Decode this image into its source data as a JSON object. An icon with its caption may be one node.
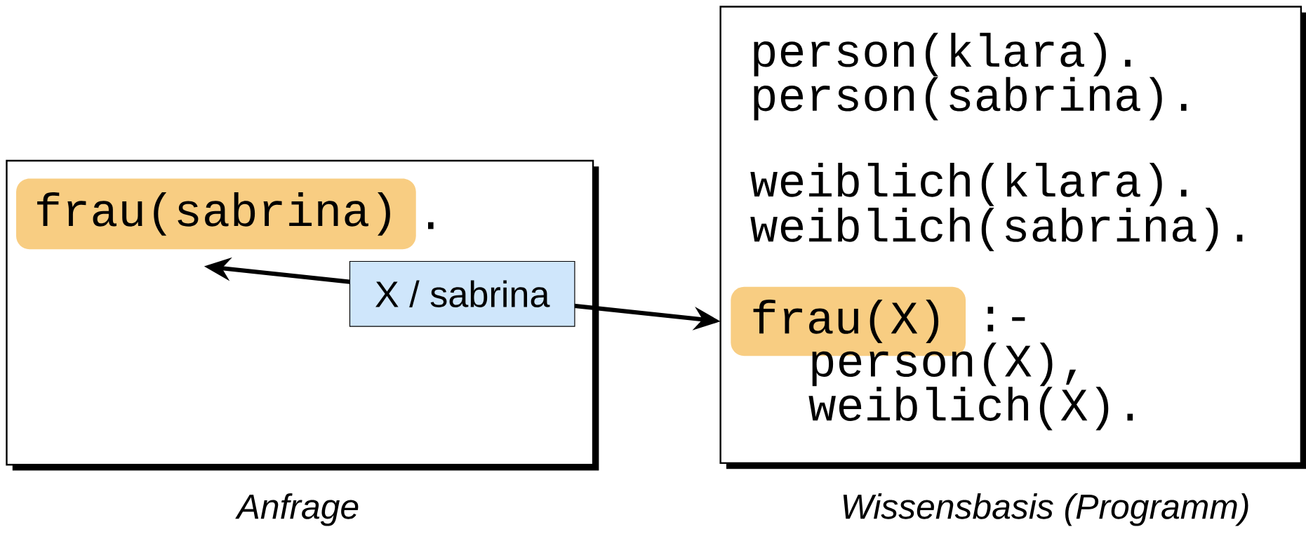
{
  "diagram": {
    "nodes": [
      {
        "text": [],
        "shape": "box",
        "beside": [
          "Anfrage"
        ]
      },
      {
        "text": [
          "frau(sabrina)"
        ],
        "in": 0,
        "beside": [
          "."
        ]
      },
      {
        "text": [],
        "shape": "box",
        "beside": [
          "Wissensbasis (Programm)"
        ]
      },
      {
        "text": [
          "frau(X)"
        ],
        "in": 2,
        "beside": [
          ":-"
        ]
      }
    ],
    "edges": [
      {
        "from": 1,
        "to": 3,
        "arrow": "both",
        "label": "X / sabrina"
      }
    ],
    "labels": [
      "person(klara).",
      "person(sabrina).",
      "weiblich(klara).",
      "weiblich(sabrina).",
      "person(X),",
      "weiblich(X)."
    ]
  }
}
